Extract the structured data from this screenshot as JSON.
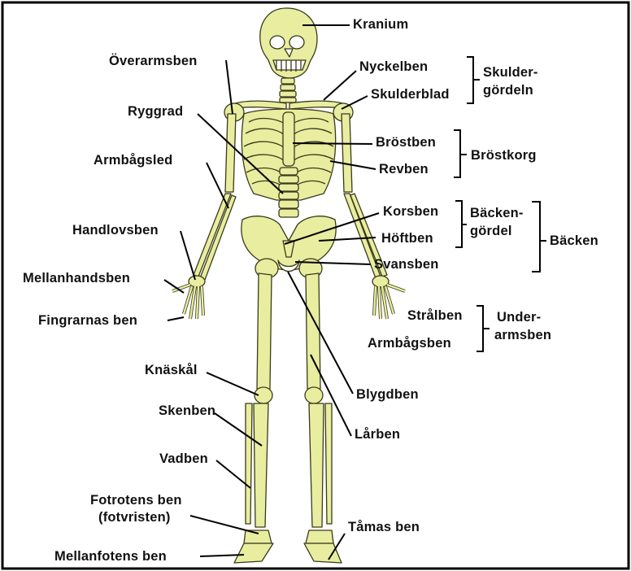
{
  "diagram": {
    "labels": {
      "kranium": "Kranium",
      "overarmsben": "Överarmsben",
      "nyckelben": "Nyckelben",
      "skulderblad": "Skulderblad",
      "skuldergordeln_1": "Skulder-",
      "skuldergordeln_2": "gördeln",
      "ryggrad": "Ryggrad",
      "brostben": "Bröstben",
      "revben": "Revben",
      "brostkorg": "Bröstkorg",
      "armbagsled": "Armbågsled",
      "korsben": "Korsben",
      "hoftben": "Höftben",
      "backengordel_1": "Bäcken-",
      "backengordel_2": "gördel",
      "backen": "Bäcken",
      "handlovsben": "Handlovsben",
      "svansben": "Svansben",
      "mellanhandsben": "Mellanhandsben",
      "fingrarnas_ben": "Fingrarnas ben",
      "stralben": "Strålben",
      "armbagsben": "Armbågsben",
      "underarmsben_1": "Under-",
      "underarmsben_2": "armsben",
      "knaskal": "Knäskål",
      "blygdben": "Blygdben",
      "skenben": "Skenben",
      "larben": "Lårben",
      "vadben": "Vadben",
      "fotrotens_ben_1": "Fotrotens ben",
      "fotrotens_ben_2": "(fotvristen)",
      "tamas_ben": "Tåmas ben",
      "mellanfotens_ben": "Mellanfotens ben"
    }
  }
}
